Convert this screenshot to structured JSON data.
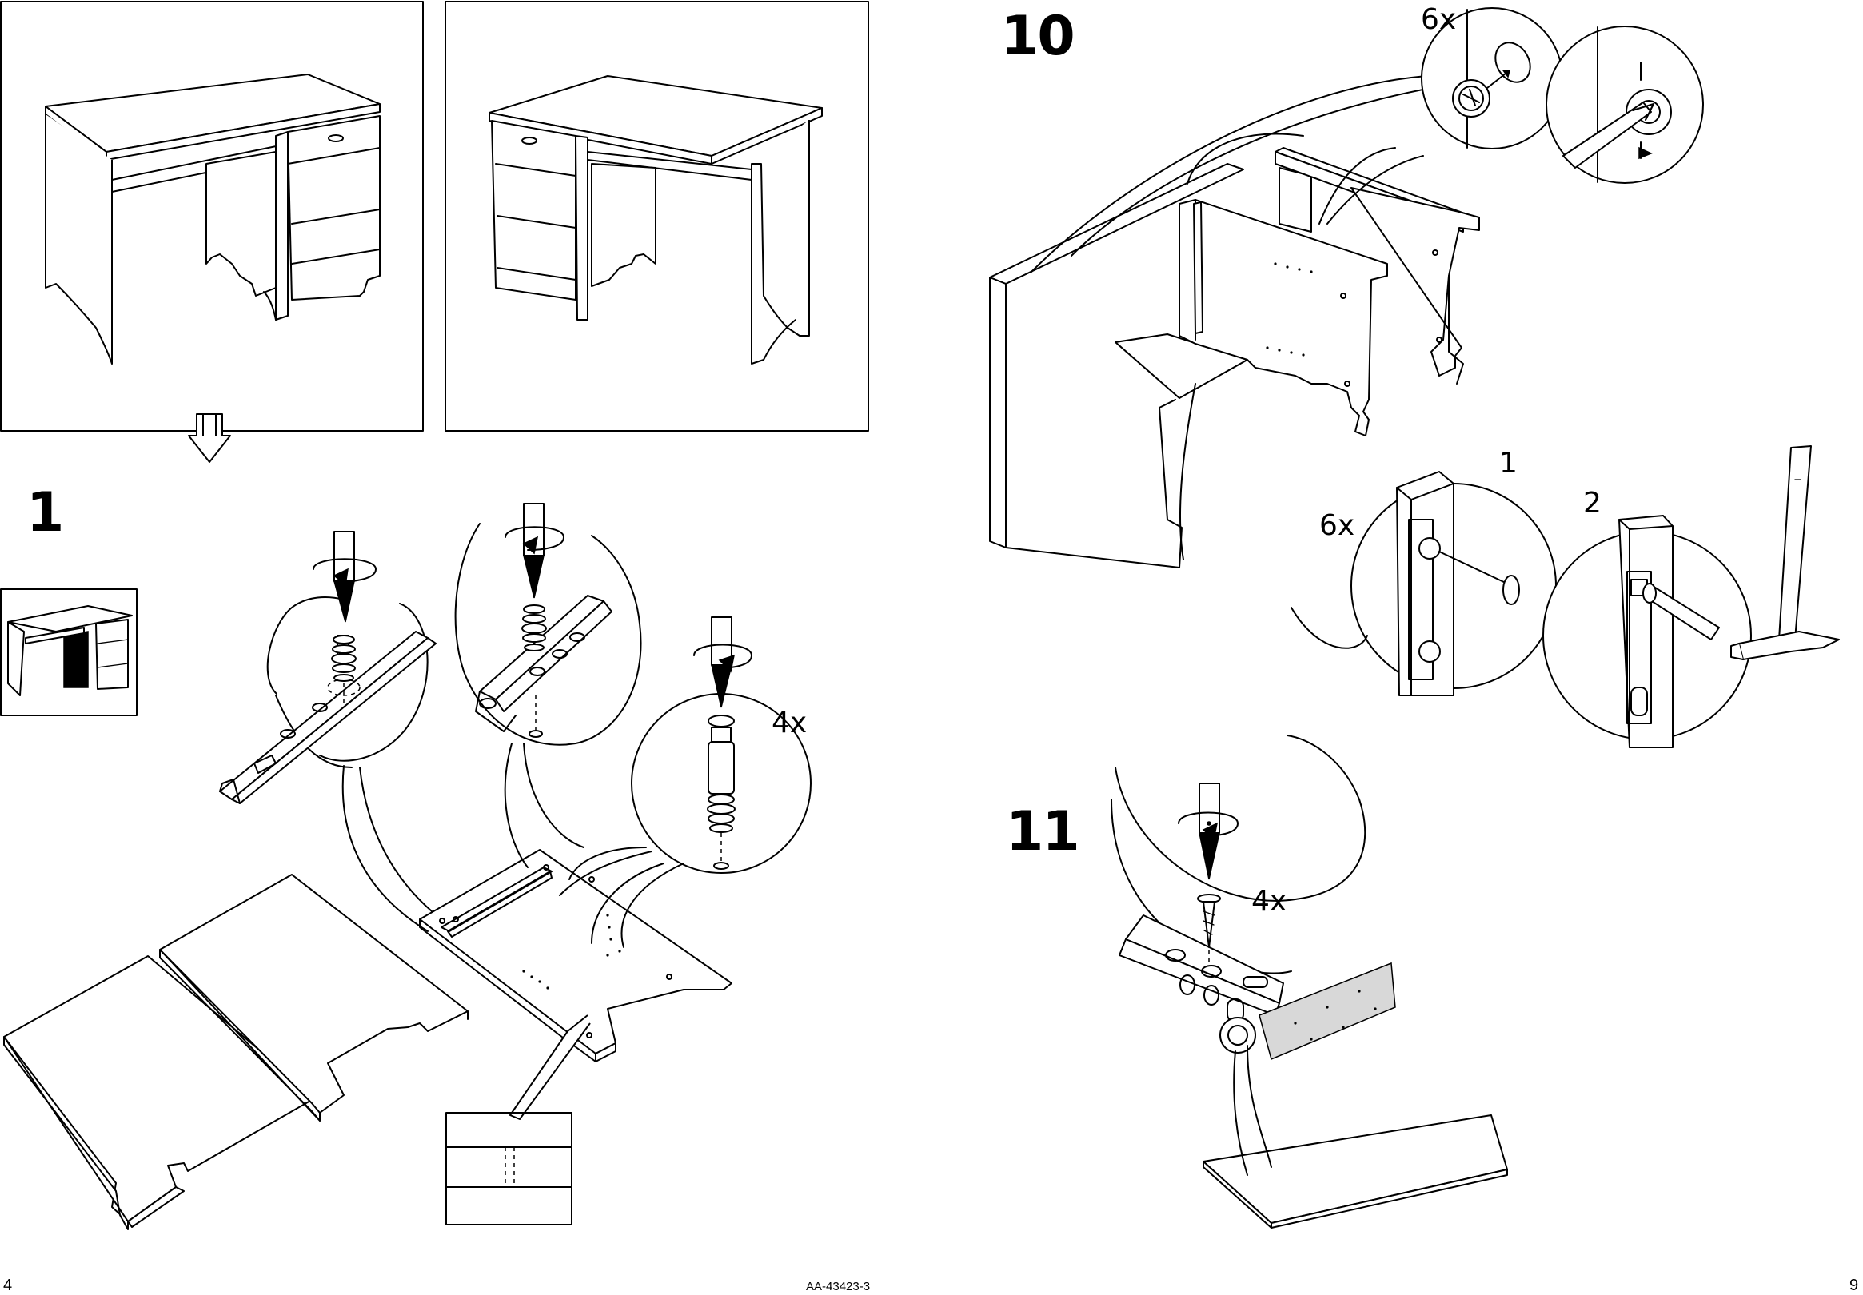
{
  "document": {
    "doc_code": "AA-43423-3",
    "page_left": "4",
    "page_right": "9"
  },
  "steps": [
    {
      "number": "1",
      "callouts": [
        "4x"
      ]
    },
    {
      "number": "10",
      "callouts": [
        "6x",
        "6x",
        "1",
        "2"
      ]
    },
    {
      "number": "11",
      "callouts": [
        "4x"
      ]
    }
  ],
  "icons": [
    "arrow-down-icon",
    "screwdriver-icon",
    "hammer-icon",
    "cam-lock-icon",
    "dowel-icon",
    "rotate-arrow-icon"
  ]
}
